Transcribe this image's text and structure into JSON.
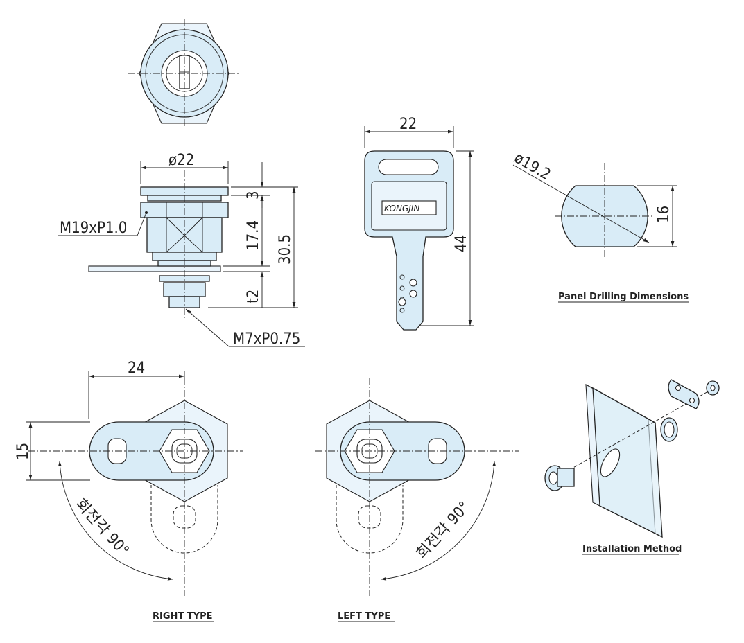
{
  "dimensions": {
    "top_dia": "ø22",
    "h3": "3",
    "h17": "17.4",
    "h30": "30.5",
    "t2": "t2",
    "thread_big": "M19xP1.0",
    "thread_small": "M7xP0.75",
    "key_width": "22",
    "key_height": "44",
    "drill_dia": "ø19.2",
    "drill_flat": "16",
    "cam_length": "24",
    "cam_width": "15",
    "rotation_right": "회전각 90°",
    "rotation_left": "회전각 90°"
  },
  "key_brand": "KONGJIN",
  "captions": {
    "panel": "Panel Drilling Dimensions",
    "install": "Installation Method",
    "right": "RIGHT TYPE",
    "left": "LEFT TYPE"
  },
  "colors": {
    "part_fill": "#d9ecf7",
    "line": "#222222"
  }
}
